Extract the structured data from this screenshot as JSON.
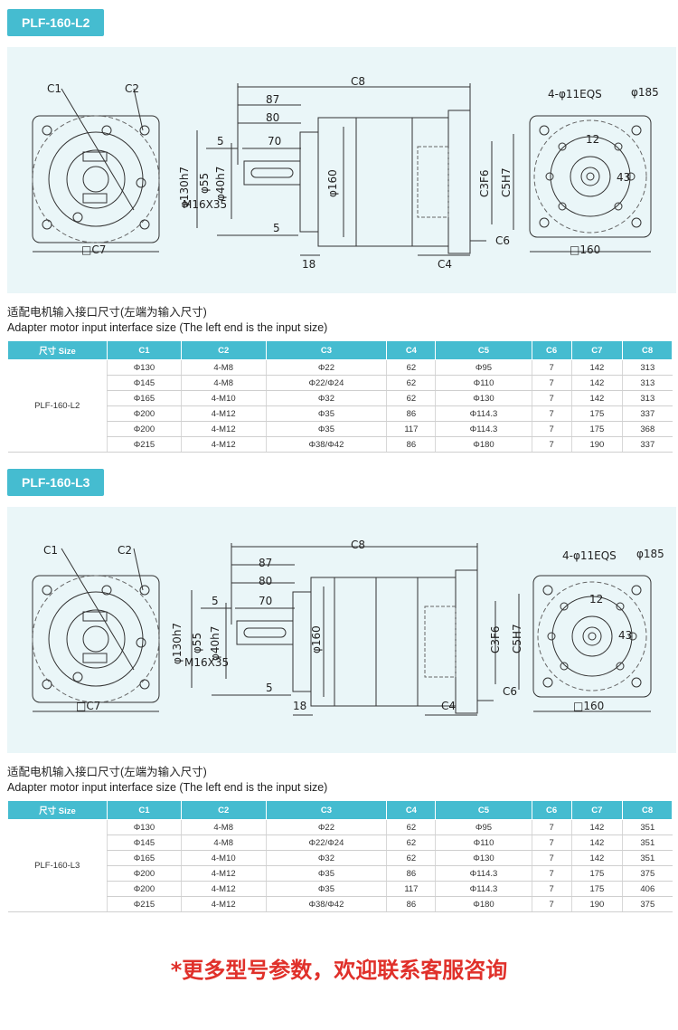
{
  "sections": [
    {
      "tag": "PLF-160-L2",
      "caption_cn": "适配电机输入接口尺寸(左端为输入尺寸)",
      "caption_en": "Adapter motor input interface size (The left end is the input size)",
      "labels": {
        "c1": "C1",
        "c2": "C2",
        "c7": "□C7",
        "c8": "C8",
        "d87": "87",
        "d80": "80",
        "d5a": "5",
        "d70": "70",
        "d5b": "5",
        "d18": "18",
        "c4": "C4",
        "c6": "C6",
        "phi55": "φ55",
        "phi40": "φ40h7",
        "phi130": "φ130h7",
        "m16": "M16X35",
        "phi160": "φ160",
        "c3": "C3F6",
        "c5": "C5H7",
        "holes": "4-φ11EQS",
        "phi185": "φ185",
        "d12": "12",
        "d43": "43",
        "sq160": "□160"
      },
      "table": {
        "headers": [
          "尺寸 Size",
          "C1",
          "C2",
          "C3",
          "C4",
          "C5",
          "C6",
          "C7",
          "C8"
        ],
        "model": "PLF-160-L2",
        "rows": [
          [
            "Φ130",
            "4-M8",
            "Φ22",
            "62",
            "Φ95",
            "7",
            "142",
            "313"
          ],
          [
            "Φ145",
            "4-M8",
            "Φ22/Φ24",
            "62",
            "Φ110",
            "7",
            "142",
            "313"
          ],
          [
            "Φ165",
            "4-M10",
            "Φ32",
            "62",
            "Φ130",
            "7",
            "142",
            "313"
          ],
          [
            "Φ200",
            "4-M12",
            "Φ35",
            "86",
            "Φ114.3",
            "7",
            "175",
            "337"
          ],
          [
            "Φ200",
            "4-M12",
            "Φ35",
            "117",
            "Φ114.3",
            "7",
            "175",
            "368"
          ],
          [
            "Φ215",
            "4-M12",
            "Φ38/Φ42",
            "86",
            "Φ180",
            "7",
            "190",
            "337"
          ]
        ]
      }
    },
    {
      "tag": "PLF-160-L3",
      "caption_cn": "适配电机输入接口尺寸(左端为输入尺寸)",
      "caption_en": "Adapter motor input interface size (The left end is the input size)",
      "labels": {
        "c1": "C1",
        "c2": "C2",
        "c7": "□C7",
        "c8": "C8",
        "d87": "87",
        "d80": "80",
        "d5a": "5",
        "d70": "70",
        "d5b": "5",
        "d18": "18",
        "c4": "C4",
        "c6": "C6",
        "phi55": "φ55",
        "phi40": "φ40h7",
        "phi130": "φ130h7",
        "m16": "M16X35",
        "phi160": "φ160",
        "c3": "C3F6",
        "c5": "C5H7",
        "holes": "4-φ11EQS",
        "phi185": "φ185",
        "d12": "12",
        "d43": "43",
        "sq160": "□160"
      },
      "table": {
        "headers": [
          "尺寸 Size",
          "C1",
          "C2",
          "C3",
          "C4",
          "C5",
          "C6",
          "C7",
          "C8"
        ],
        "model": "PLF-160-L3",
        "rows": [
          [
            "Φ130",
            "4-M8",
            "Φ22",
            "62",
            "Φ95",
            "7",
            "142",
            "351"
          ],
          [
            "Φ145",
            "4-M8",
            "Φ22/Φ24",
            "62",
            "Φ110",
            "7",
            "142",
            "351"
          ],
          [
            "Φ165",
            "4-M10",
            "Φ32",
            "62",
            "Φ130",
            "7",
            "142",
            "351"
          ],
          [
            "Φ200",
            "4-M12",
            "Φ35",
            "86",
            "Φ114.3",
            "7",
            "175",
            "375"
          ],
          [
            "Φ200",
            "4-M12",
            "Φ35",
            "117",
            "Φ114.3",
            "7",
            "175",
            "406"
          ],
          [
            "Φ215",
            "4-M12",
            "Φ38/Φ42",
            "86",
            "Φ180",
            "7",
            "190",
            "375"
          ]
        ]
      }
    }
  ],
  "footer": "*更多型号参数，欢迎联系客服咨询"
}
